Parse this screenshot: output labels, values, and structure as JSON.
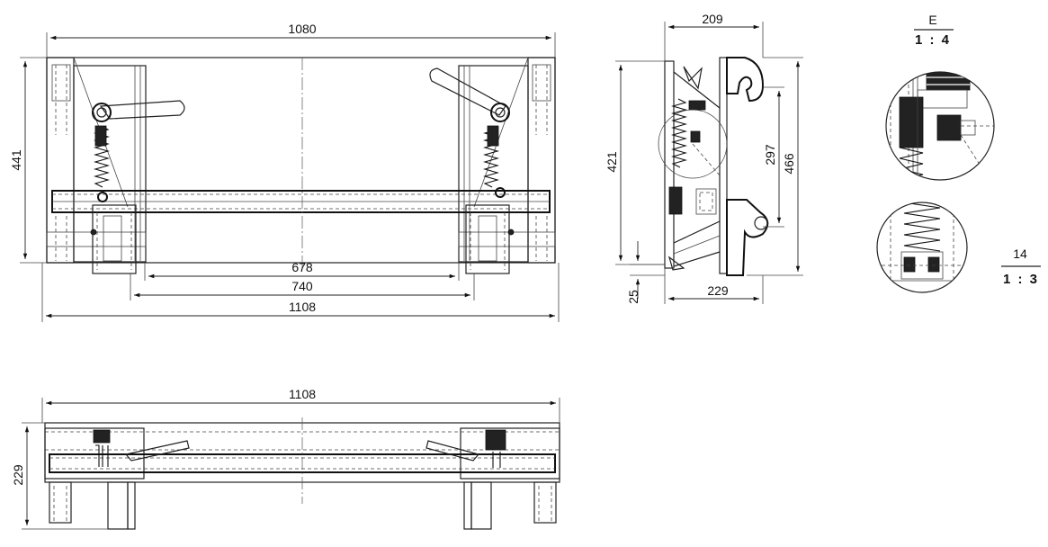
{
  "drawing": {
    "front_view": {
      "dim_overall_top": "1080",
      "dim_height": "441",
      "dim_inner": "678",
      "dim_mid": "740",
      "dim_overall_bottom": "1108"
    },
    "side_view": {
      "dim_top": "209",
      "dim_left_height": "421",
      "dim_right_inner": "297",
      "dim_right_outer": "466",
      "dim_bottom_offset": "25",
      "dim_bottom_width": "229"
    },
    "detail_e": {
      "label": "E",
      "scale": "1 : 4"
    },
    "detail_14": {
      "label": "14",
      "scale": "1 : 3"
    },
    "bottom_view": {
      "dim_width": "1108",
      "dim_height": "229"
    }
  }
}
